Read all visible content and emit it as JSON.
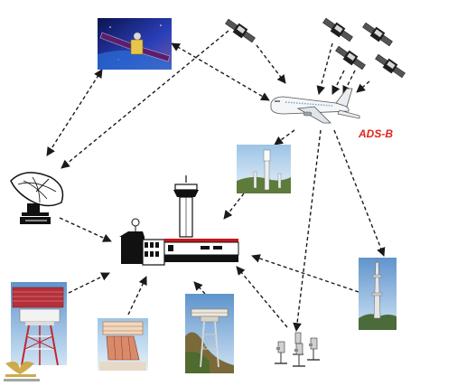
{
  "labels": {
    "adsb": "ADS-B"
  },
  "colors": {
    "arrow": "#1a1a1a",
    "adsb": "#e2231a",
    "roof_red": "#c4161c",
    "sky_blue": "#8fb7dd",
    "space": "#1b2a8a"
  },
  "nodes": [
    {
      "id": "comm-satellite",
      "label": ""
    },
    {
      "id": "gnss-satellites",
      "label": ""
    },
    {
      "id": "aircraft",
      "label": ""
    },
    {
      "id": "ground-station",
      "label": ""
    },
    {
      "id": "satellite-dish",
      "label": ""
    },
    {
      "id": "control-tower",
      "label": ""
    },
    {
      "id": "tall-antenna",
      "label": ""
    },
    {
      "id": "primary-radar",
      "label": ""
    },
    {
      "id": "secondary-radar",
      "label": ""
    },
    {
      "id": "radar-tower",
      "label": ""
    },
    {
      "id": "multilateration-sensors",
      "label": ""
    },
    {
      "id": "watermark-logo",
      "label": ""
    }
  ],
  "edges": [
    {
      "from": "comm-satellite",
      "to": "aircraft",
      "bidirectional": true
    },
    {
      "from": "comm-satellite",
      "to": "satellite-dish",
      "bidirectional": true
    },
    {
      "from": "gnss-satellites",
      "to": "satellite-dish",
      "bidirectional": false
    },
    {
      "from": "gnss-satellites",
      "to": "aircraft",
      "bidirectional": false
    },
    {
      "from": "aircraft",
      "to": "ground-station",
      "bidirectional": false
    },
    {
      "from": "aircraft",
      "to": "multilateration-sensors",
      "bidirectional": false
    },
    {
      "from": "aircraft",
      "to": "tall-antenna",
      "bidirectional": false
    },
    {
      "from": "ground-station",
      "to": "control-tower",
      "bidirectional": false
    },
    {
      "from": "satellite-dish",
      "to": "control-tower",
      "bidirectional": false
    },
    {
      "from": "primary-radar",
      "to": "control-tower",
      "bidirectional": false
    },
    {
      "from": "secondary-radar",
      "to": "control-tower",
      "bidirectional": false
    },
    {
      "from": "radar-tower",
      "to": "control-tower",
      "bidirectional": false
    },
    {
      "from": "multilateration-sensors",
      "to": "control-tower",
      "bidirectional": false
    },
    {
      "from": "tall-antenna",
      "to": "control-tower",
      "bidirectional": false
    }
  ]
}
